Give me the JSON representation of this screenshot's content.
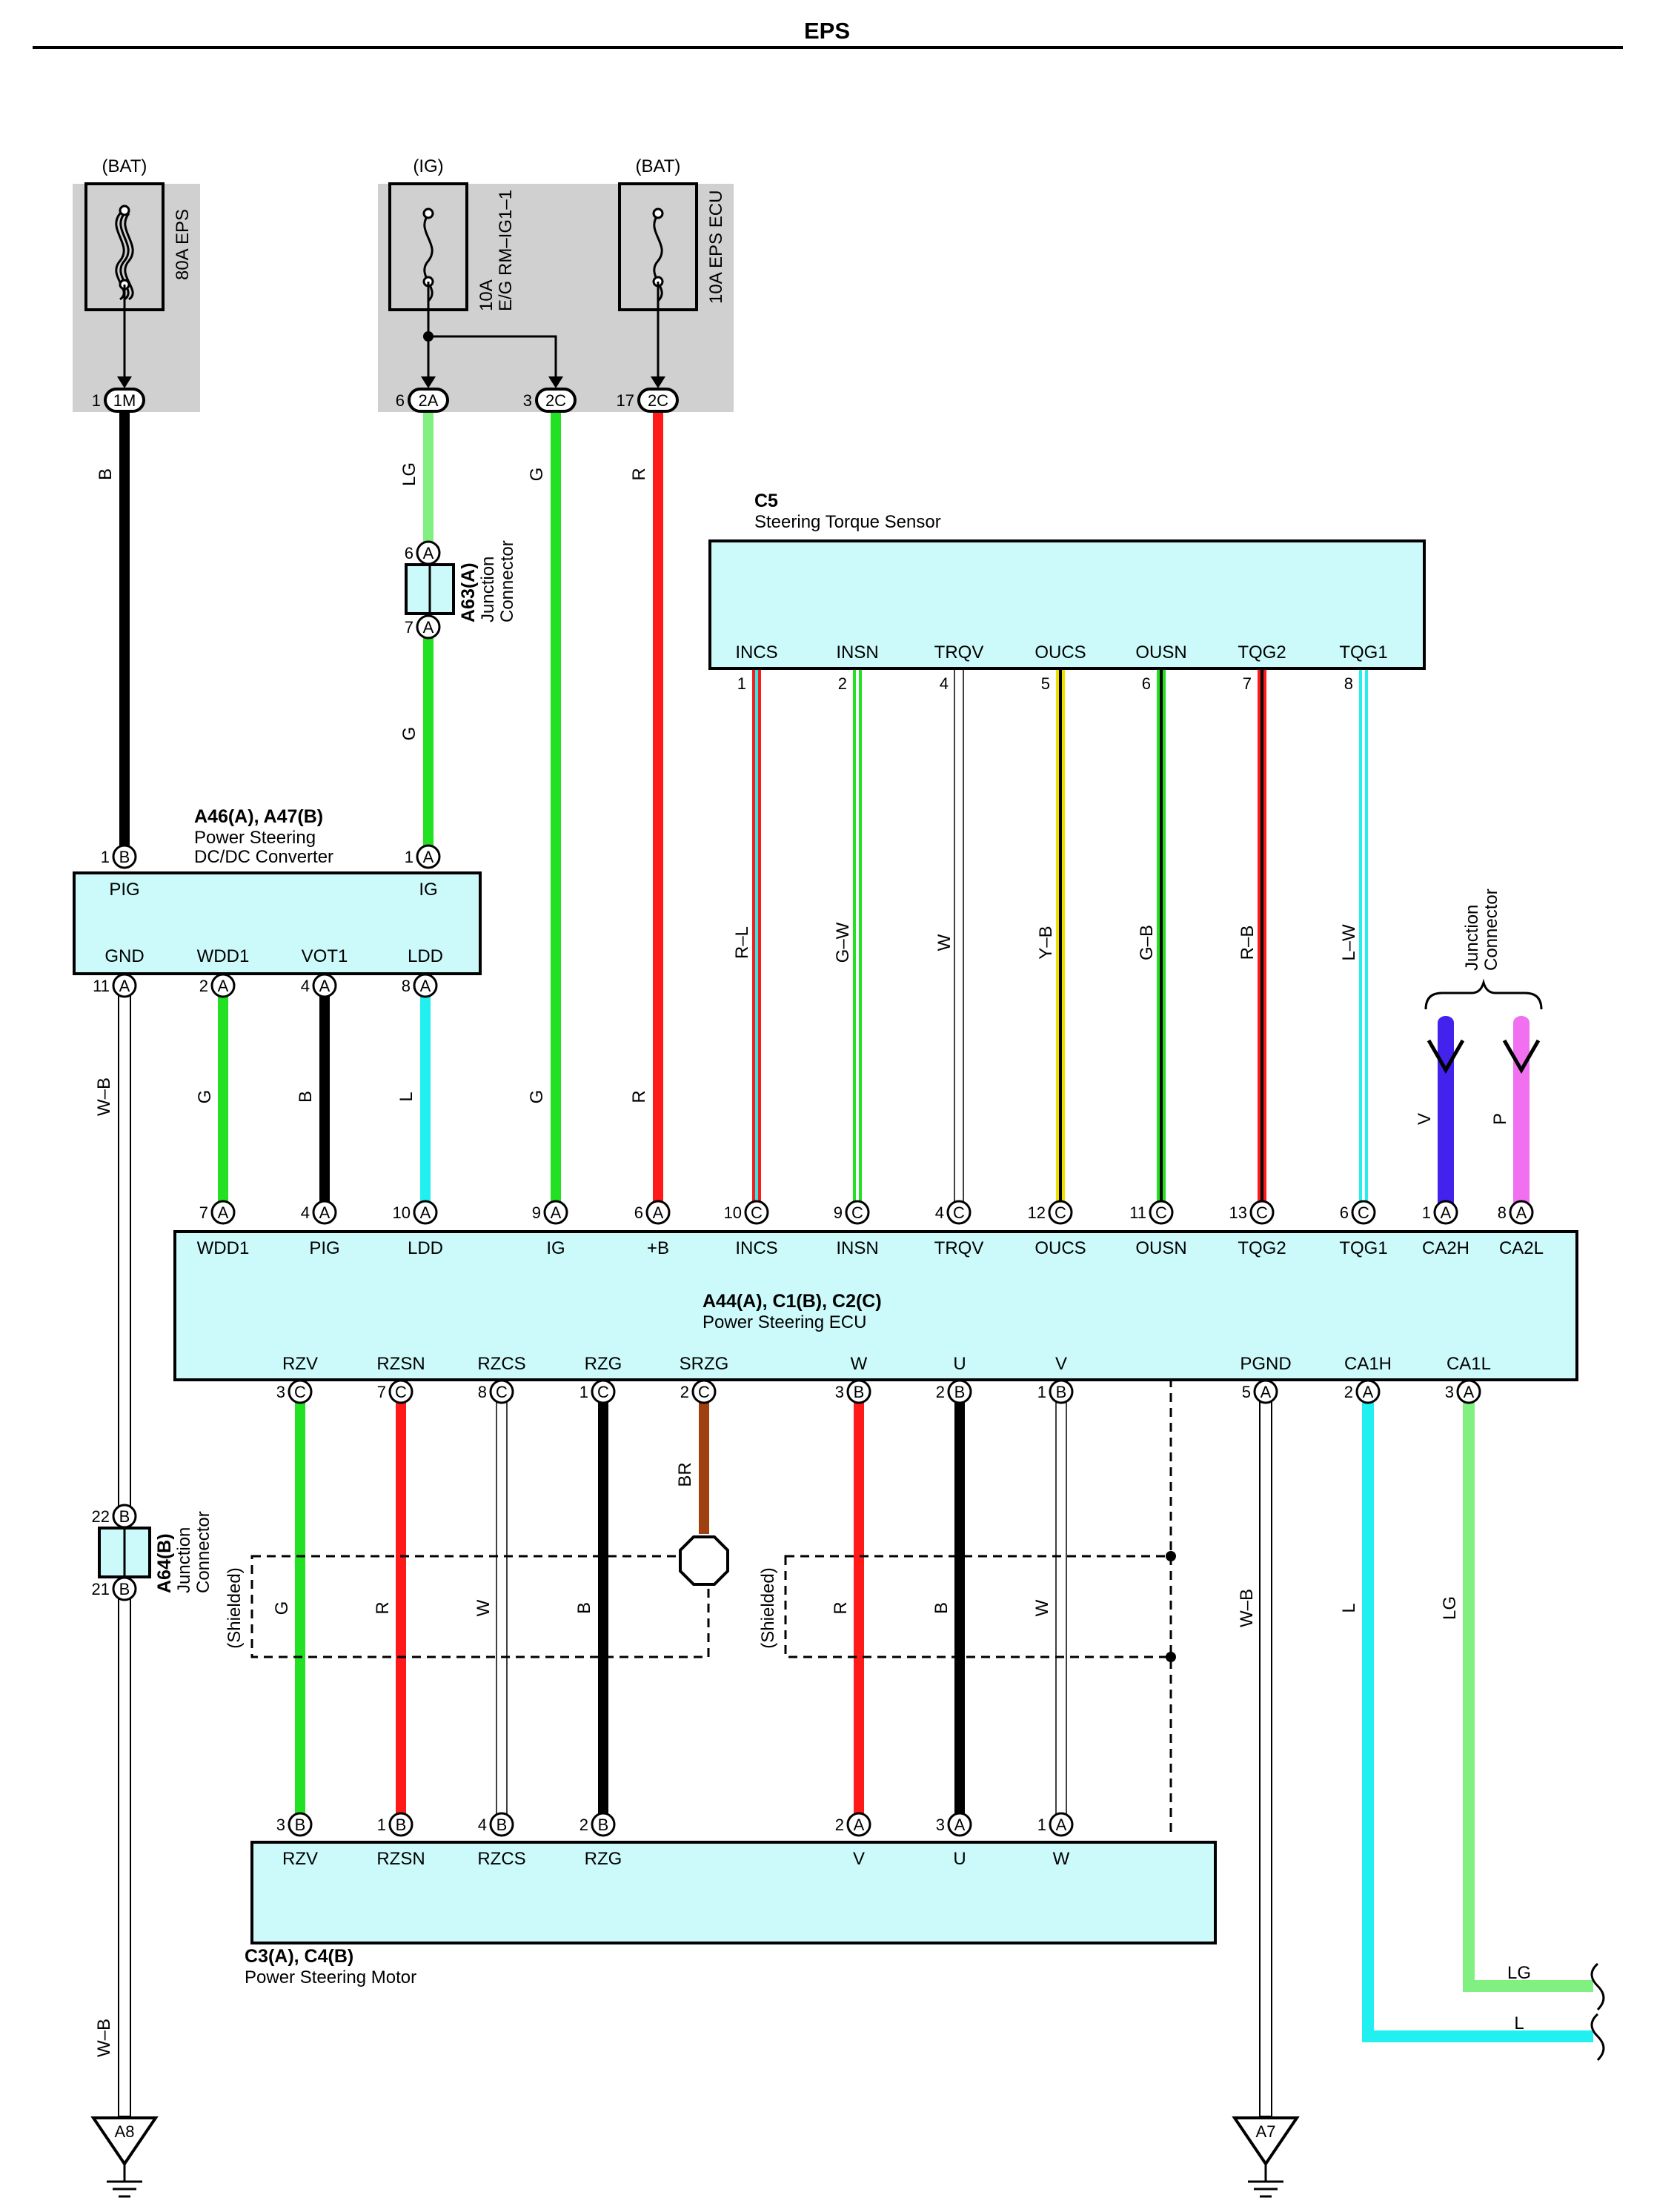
{
  "title": "EPS",
  "colors": {
    "B": "#000000",
    "LG": "#80f080",
    "G": "#22e022",
    "R": "#ff1a1a",
    "L": "#22f0f0",
    "W": "#ffffff",
    "V": "#4422ee",
    "P": "#f070f0",
    "BR": "#a04010",
    "Y": "#f0e000",
    "component_fill": "#ccfafa",
    "fuse_box_bg": "#d0d0d0"
  },
  "fuses": [
    {
      "id": "f1",
      "source": "(BAT)",
      "label": "80A EPS",
      "pin": "1",
      "conn": "1M"
    },
    {
      "id": "f2",
      "source": "(IG)",
      "label": "10A E/G RM–IG1–1",
      "label_lines": [
        "10A",
        "E/G RM–IG1–1"
      ],
      "pin": "6",
      "conn": "2A",
      "pin2": "3",
      "conn2": "2C"
    },
    {
      "id": "f3",
      "source": "(BAT)",
      "label": "10A EPS ECU",
      "pin": "17",
      "conn": "2C"
    }
  ],
  "components": {
    "torque_sensor": {
      "id": "C5",
      "name": "Steering Torque Sensor",
      "pins": [
        {
          "name": "INCS",
          "num": "1",
          "wire": "R–L"
        },
        {
          "name": "INSN",
          "num": "2",
          "wire": "G–W"
        },
        {
          "name": "TRQV",
          "num": "4",
          "wire": "W"
        },
        {
          "name": "OUCS",
          "num": "5",
          "wire": "Y–B"
        },
        {
          "name": "OUSN",
          "num": "6",
          "wire": "G–B"
        },
        {
          "name": "TQG2",
          "num": "7",
          "wire": "R–B"
        },
        {
          "name": "TQG1",
          "num": "8",
          "wire": "L–W"
        }
      ]
    },
    "dcdc": {
      "id": "A46(A), A47(B)",
      "name": "Power Steering DC/DC Converter",
      "name_lines": [
        "Power Steering",
        "DC/DC Converter"
      ],
      "top_pins": [
        {
          "name": "PIG",
          "num": "1",
          "conn": "B"
        },
        {
          "name": "IG",
          "num": "1",
          "conn": "A"
        }
      ],
      "bottom_pins": [
        {
          "name": "GND",
          "num": "11",
          "conn": "A"
        },
        {
          "name": "WDD1",
          "num": "2",
          "conn": "A"
        },
        {
          "name": "VOT1",
          "num": "4",
          "conn": "A"
        },
        {
          "name": "LDD",
          "num": "8",
          "conn": "A"
        }
      ]
    },
    "ecu": {
      "id": "A44(A), C1(B), C2(C)",
      "name": "Power Steering ECU",
      "top_pins": [
        {
          "name": "WDD1",
          "num": "7",
          "conn": "A"
        },
        {
          "name": "PIG",
          "num": "4",
          "conn": "A"
        },
        {
          "name": "LDD",
          "num": "10",
          "conn": "A"
        },
        {
          "name": "IG",
          "num": "9",
          "conn": "A"
        },
        {
          "name": "+B",
          "num": "6",
          "conn": "A"
        },
        {
          "name": "INCS",
          "num": "10",
          "conn": "C"
        },
        {
          "name": "INSN",
          "num": "9",
          "conn": "C"
        },
        {
          "name": "TRQV",
          "num": "4",
          "conn": "C"
        },
        {
          "name": "OUCS",
          "num": "12",
          "conn": "C"
        },
        {
          "name": "OUSN",
          "num": "11",
          "conn": "C"
        },
        {
          "name": "TQG2",
          "num": "13",
          "conn": "C"
        },
        {
          "name": "TQG1",
          "num": "6",
          "conn": "C"
        },
        {
          "name": "CA2H",
          "num": "1",
          "conn": "A"
        },
        {
          "name": "CA2L",
          "num": "8",
          "conn": "A"
        }
      ],
      "bottom_pins": [
        {
          "name": "RZV",
          "num": "3",
          "conn": "C"
        },
        {
          "name": "RZSN",
          "num": "7",
          "conn": "C"
        },
        {
          "name": "RZCS",
          "num": "8",
          "conn": "C"
        },
        {
          "name": "RZG",
          "num": "1",
          "conn": "C"
        },
        {
          "name": "SRZG",
          "num": "2",
          "conn": "C"
        },
        {
          "name": "W",
          "num": "3",
          "conn": "B"
        },
        {
          "name": "U",
          "num": "2",
          "conn": "B"
        },
        {
          "name": "V",
          "num": "1",
          "conn": "B"
        },
        {
          "name": "PGND",
          "num": "5",
          "conn": "A"
        },
        {
          "name": "CA1H",
          "num": "2",
          "conn": "A"
        },
        {
          "name": "CA1L",
          "num": "3",
          "conn": "A"
        }
      ]
    },
    "motor": {
      "id": "C3(A), C4(B)",
      "name": "Power Steering Motor",
      "pins": [
        {
          "name": "RZV",
          "num": "3",
          "conn": "B"
        },
        {
          "name": "RZSN",
          "num": "1",
          "conn": "B"
        },
        {
          "name": "RZCS",
          "num": "4",
          "conn": "B"
        },
        {
          "name": "RZG",
          "num": "2",
          "conn": "B"
        },
        {
          "name": "V",
          "num": "2",
          "conn": "A"
        },
        {
          "name": "U",
          "num": "3",
          "conn": "A"
        },
        {
          "name": "W",
          "num": "1",
          "conn": "A"
        }
      ]
    }
  },
  "junctions": {
    "a63": {
      "id": "A63(A)",
      "name": "Junction Connector",
      "name_lines": [
        "Junction",
        "Connector"
      ],
      "pin_top": "6",
      "pin_bottom": "7",
      "conn": "A"
    },
    "a64": {
      "id": "A64(B)",
      "name": "Junction Connector",
      "name_lines": [
        "Junction",
        "Connector"
      ],
      "pin_top": "22",
      "pin_bottom": "21",
      "conn": "B"
    },
    "can": {
      "name": "Junction Connector",
      "name_lines": [
        "Junction",
        "Connector"
      ]
    }
  },
  "wire_labels": {
    "pig_b": "B",
    "ig_lg": "LG",
    "ig_g": "G",
    "ig_g2": "G",
    "plusb_r": "R",
    "gnd_wb": "W–B",
    "gnd_wb2": "W–B",
    "wdd1_g": "G",
    "vot1_b": "B",
    "ldd_l": "L",
    "ig_g3": "G",
    "plusb_r2": "R",
    "can_v": "V",
    "can_p": "P",
    "rzv_g": "G",
    "rzsn_r": "R",
    "rzcs_w": "W",
    "rzg_b": "B",
    "srzg_br": "BR",
    "w_r": "R",
    "u_b": "B",
    "v_w": "W",
    "pgnd_wb": "W–B",
    "ca1h_l": "L",
    "ca1l_lg": "LG",
    "out_lg": "LG",
    "out_l": "L"
  },
  "shielded": "(Shielded)",
  "grounds": [
    {
      "id": "A8"
    },
    {
      "id": "A7"
    }
  ]
}
